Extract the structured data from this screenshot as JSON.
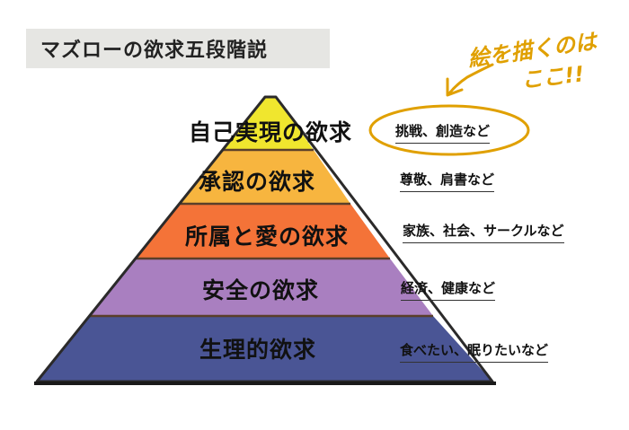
{
  "title": "マズローの欲求五段階説",
  "levels": [
    {
      "label": "自己実現の欲求",
      "note": "挑戦、創造など",
      "color": "#f0e62e"
    },
    {
      "label": "承認の欲求",
      "note": "尊敬、肩書など",
      "color": "#f7b53f"
    },
    {
      "label": "所属と愛の欲求",
      "note": "家族、社会、サークルなど",
      "color": "#f47338"
    },
    {
      "label": "安全の欲求",
      "note": "経済、健康など",
      "color": "#a97fc0"
    },
    {
      "label": "生理的欲求",
      "note": "食べたい、眠りたいなど",
      "color": "#4a5595"
    }
  ],
  "handwritten": {
    "line1": "絵を描くのは",
    "line2": "ここ!!",
    "color": "#e0a000"
  }
}
